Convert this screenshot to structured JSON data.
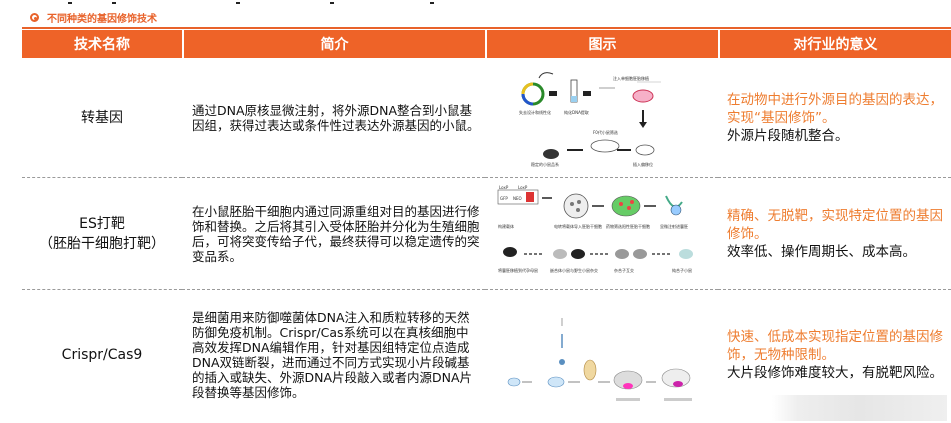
{
  "heading": "不同种类的基因修饰技术",
  "columns": [
    "技术名称",
    "简介",
    "图示",
    "对行业的意义"
  ],
  "rows": [
    {
      "name_lines": [
        "转基因"
      ],
      "desc": "通过DNA原核显微注射，将外源DNA整合到小鼠基因组，获得过表达或条件性过表达外源基因的小鼠。",
      "significance_orange": "在动物中进行外源目的基因的表达，实现“基因修饰”。",
      "significance_black": "外源片段随机整合。",
      "figure_labels": [
        "失去设计和线性化",
        "注入单细胞胚胎移植",
        "纯化DNA提取",
        "F0代小鼠筛选",
        "稳定的小鼠品系",
        "插入偏移位"
      ]
    },
    {
      "name_lines": [
        "ES打靶",
        "（胚胎干细胞打靶）"
      ],
      "desc": "在小鼠胚胎干细胞内通过同源重组对目的基因进行修饰和替换。之后将其引入受体胚胎并分化为生殖细胞后，可将突变传给子代，最终获得可以稳定遗传的突变品系。",
      "significance_orange": "精确、无脱靶，实现特定位置的基因修饰。",
      "significance_black": "效率低、操作周期长、成本高。",
      "figure_labels": [
        "LoxP",
        "LoxP",
        "GFP",
        "NEO",
        "构建载体",
        "电转将载体导入胚胎干细胞",
        "药物筛选阳性胚胎干细胞",
        "显微注射进囊胚",
        "将囊胚移植到代孕母鼠",
        "嵌合体小鼠与野生小鼠杂交",
        "杂合子互交",
        "纯合子小鼠"
      ]
    },
    {
      "name_lines": [
        "Crispr/Cas9"
      ],
      "desc": "是细菌用来防御噬菌体DNA注入和质粒转移的天然防御免疫机制。Crispr/Cas系统可以在真核细胞中高效发挥DNA编辑作用，针对基因组特定位点造成DNA双链断裂，进而通过不同方式实现小片段碱基的插入或缺失、外源DNA片段敲入或者内源DNA片段替换等基因修饰。",
      "significance_orange": "快速、低成本实现指定位置的基因修饰，无物种限制。",
      "significance_black": "大片段修饰难度较大，有脱靶风险。",
      "figure_labels": []
    }
  ],
  "colors": {
    "accent": "#ee6328",
    "orange_text": "#ee7d30"
  }
}
